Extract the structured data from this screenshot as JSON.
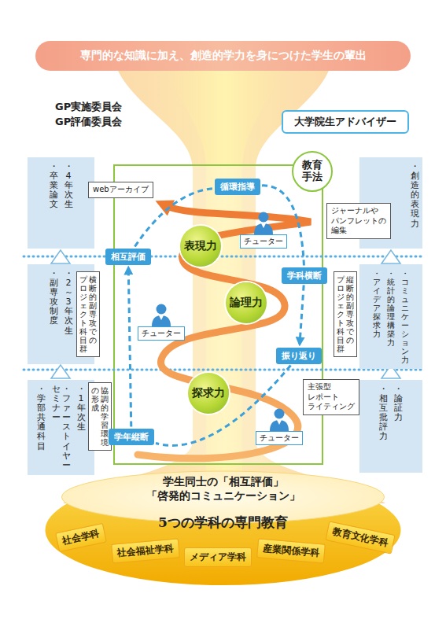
{
  "diagram": {
    "nodes": [
      {
        "text": [
          "専門的な知識に加え、創造的学力を身につけた学生の輩出"
        ]
      },
      {
        "text": [
          "大学院生アドバイザー"
        ]
      },
      {
        "text": [
          "・4年次生",
          "・卒業論文"
        ]
      },
      {
        "text": [
          "・創造的表現力"
        ]
      },
      {
        "text": [
          "教育手法"
        ]
      },
      {
        "text": [
          "循環指導"
        ]
      },
      {
        "text": [
          "webアーカイブ"
        ]
      },
      {
        "text": [
          "ジャーナルや パンフレットの 編集"
        ]
      },
      {
        "text": [
          "チューター"
        ]
      },
      {
        "text": [
          "表現力"
        ]
      },
      {
        "text": [
          "相互評価"
        ]
      },
      {
        "text": [
          "学科横断"
        ]
      },
      {
        "text": [
          "・2～3年次生",
          "・副専攻制度"
        ]
      },
      {
        "text": [
          "横断的副専攻での プロジェクト科目群"
        ]
      },
      {
        "text": [
          "縦断的副専攻での プロジェクト科目群"
        ]
      },
      {
        "text": [
          "・コミュニケーション力",
          "・統計的論理構築力",
          "・アイデア探求力"
        ]
      },
      {
        "text": [
          "論理力"
        ]
      },
      {
        "text": [
          "チューター"
        ]
      },
      {
        "text": [
          "振り返り"
        ]
      },
      {
        "text": [
          "・1年次生",
          "・ファーストイヤー セミナー",
          "・学部共通科目"
        ]
      },
      {
        "text": [
          "協調的学習環境 の形成"
        ]
      },
      {
        "text": [
          "主張型 レポート ライティング"
        ]
      },
      {
        "text": [
          "探求力"
        ]
      },
      {
        "text": [
          "学年縦断"
        ]
      },
      {
        "text": [
          "チューター"
        ]
      },
      {
        "text": [
          "・論証力",
          "・相互批評力"
        ]
      },
      {
        "text": [
          "学生同士の「相互評価」",
          "「啓発的コミュニケーション」",
          "5つの学科の専門教育"
        ]
      },
      {
        "text": [
          "社会学科"
        ],
        "in": 26
      },
      {
        "text": [
          "社会福祉学科"
        ],
        "in": 26
      },
      {
        "text": [
          "メディア学科"
        ],
        "in": 26
      },
      {
        "text": [
          "産業関係学科"
        ],
        "in": 26
      },
      {
        "text": [
          "教育文化学科"
        ],
        "in": 26
      }
    ],
    "edges": [
      {
        "from": 23,
        "to": 10,
        "arrow": "to"
      },
      {
        "from": 10,
        "to": 5,
        "arrow": "none"
      },
      {
        "from": 5,
        "to": 11,
        "arrow": "none"
      },
      {
        "from": 11,
        "to": 18,
        "arrow": "to"
      },
      {
        "from": 18,
        "to": 23,
        "arrow": "none"
      }
    ],
    "labels": [
      "GP実施委員会",
      "GP評価委員会"
    ]
  }
}
